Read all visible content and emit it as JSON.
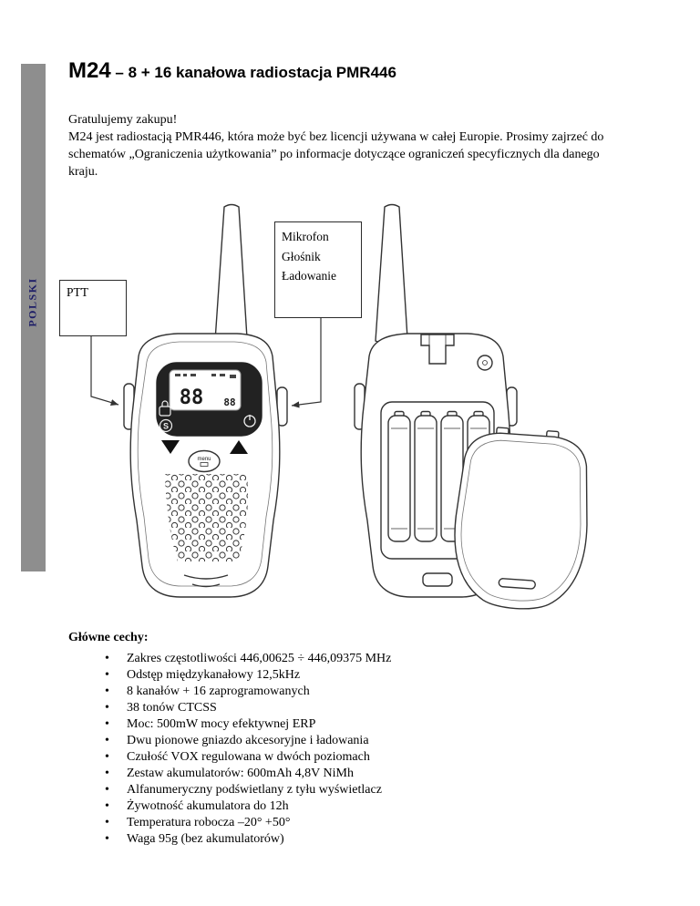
{
  "sidebar": {
    "label": "POLSKI"
  },
  "header": {
    "model": "M24",
    "title_rest": " – 8 + 16 kanałowa radiostacja PMR446"
  },
  "intro": {
    "greeting": "Gratulujemy zakupu!",
    "body": "M24 jest radiostacją PMR446, która może być bez licencji używana w całej Europie. Prosimy zajrzeć do schematów „Ograniczenia użytkowania” po informacje dotyczące ograniczeń specyficznych dla danego kraju."
  },
  "callouts": {
    "ptt": "PTT",
    "mic_lines": [
      "Mikrofon",
      "Głośnik",
      "Ładowanie"
    ]
  },
  "illustration": {
    "lcd_main": "88",
    "lcd_sub": "88",
    "button_s_label": "S",
    "menu_label": "menu"
  },
  "features": {
    "heading": "Główne cechy:",
    "bullet": "•",
    "items": [
      "Zakres częstotliwości 446,00625 ÷ 446,09375 MHz",
      "Odstęp międzykanałowy 12,5kHz",
      "8 kanałów + 16 zaprogramowanych",
      "38 tonów CTCSS",
      "Moc: 500mW mocy efektywnej ERP",
      "Dwu pionowe gniazdo akcesoryjne i ładowania",
      "Czułość VOX regulowana w dwóch poziomach",
      "Zestaw akumulatorów: 600mAh 4,8V NiMh",
      "Alfanumeryczny podświetlany z tyłu wyświetlacz",
      "Żywotność akumulatora do 12h",
      "Temperatura robocza –20°  +50°",
      "Waga 95g (bez akumulatorów)"
    ]
  },
  "colors": {
    "sidebar_bg": "#8e8e8e",
    "sidebar_text": "#1c1c66",
    "line_art": "#333333"
  }
}
